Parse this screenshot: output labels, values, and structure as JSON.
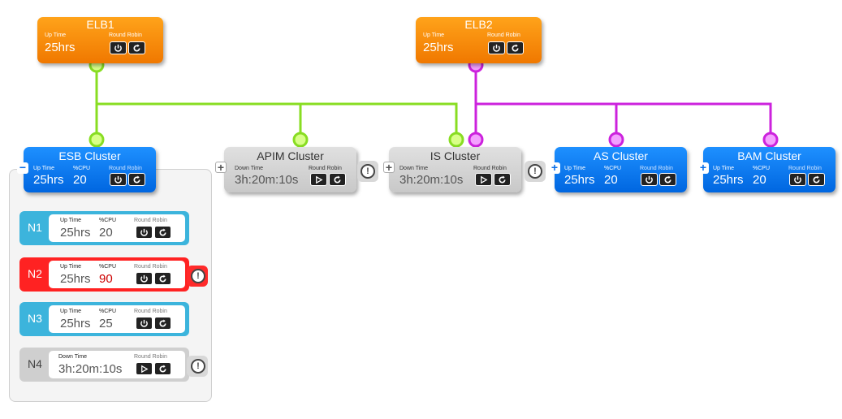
{
  "colors": {
    "orange": "#f58a0a",
    "blue": "#0a78f0",
    "gray": "#cfcfcf",
    "green": "#88dd22",
    "magenta": "#cc22dd",
    "cyan": "#3cb4dc",
    "red": "#ff2222"
  },
  "elb1": {
    "title": "ELB1",
    "uptime_label": "Up Time",
    "uptime": "25hrs",
    "rr_label": "Round Robin"
  },
  "elb2": {
    "title": "ELB2",
    "uptime_label": "Up Time",
    "uptime": "25hrs",
    "rr_label": "Round Robin"
  },
  "esb": {
    "title": "ESB Cluster",
    "uptime_label": "Up Time",
    "uptime": "25hrs",
    "cpu_label": "%CPU",
    "cpu": "20",
    "rr_label": "Round Robin",
    "toggle": "−"
  },
  "apim": {
    "title": "APIM Cluster",
    "down_label": "Down Time",
    "downtime": "3h:20m:10s",
    "rr_label": "Round Robin",
    "toggle": "+"
  },
  "is": {
    "title": "IS Cluster",
    "down_label": "Down Time",
    "downtime": "3h:20m:10s",
    "rr_label": "Round Robin",
    "toggle": "+"
  },
  "as": {
    "title": "AS Cluster",
    "uptime_label": "Up Time",
    "uptime": "25hrs",
    "cpu_label": "%CPU",
    "cpu": "20",
    "rr_label": "Round Robin",
    "toggle": "+"
  },
  "bam": {
    "title": "BAM Cluster",
    "uptime_label": "Up Time",
    "uptime": "25hrs",
    "cpu_label": "%CPU",
    "cpu": "20",
    "rr_label": "Round Robin",
    "toggle": "+"
  },
  "alert_symbol": "!",
  "nodes": [
    {
      "name": "N1",
      "uptime_label": "Up Time",
      "uptime": "25hrs",
      "cpu_label": "%CPU",
      "cpu": "20",
      "rr_label": "Round Robin"
    },
    {
      "name": "N2",
      "uptime_label": "Up Time",
      "uptime": "25hrs",
      "cpu_label": "%CPU",
      "cpu": "90",
      "rr_label": "Round Robin"
    },
    {
      "name": "N3",
      "uptime_label": "Up Time",
      "uptime": "25hrs",
      "cpu_label": "%CPU",
      "cpu": "25",
      "rr_label": "Round Robin"
    },
    {
      "name": "N4",
      "down_label": "Down Time",
      "downtime": "3h:20m:10s",
      "rr_label": "Round Robin"
    }
  ]
}
